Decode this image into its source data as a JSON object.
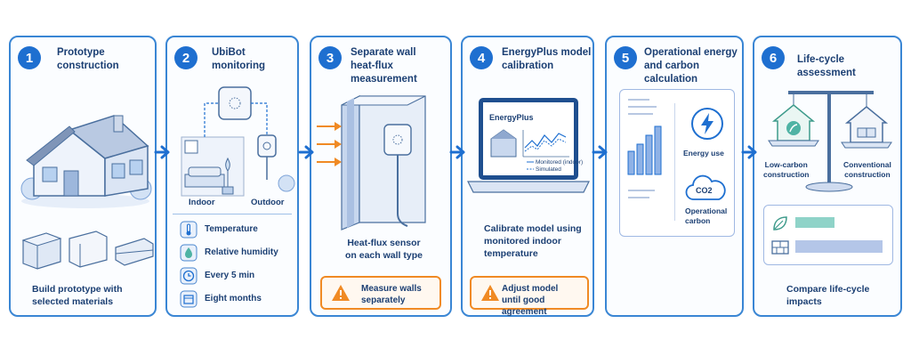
{
  "steps": [
    {
      "number": "1",
      "title": "Prototype\nconstruction",
      "caption": "Build prototype with\nselected materials"
    },
    {
      "number": "2",
      "title": "UbiBot\nmonitoring",
      "indoor": "Indoor",
      "outdoor": "Outdoor",
      "list": [
        "Temperature",
        "Relative humidity",
        "Every 5 min",
        "Eight months"
      ]
    },
    {
      "number": "3",
      "title": "Separate wall\nheat-flux measurement",
      "caption": "Heat-flux sensor\non each wall type",
      "warning": "Measure walls\nseparately"
    },
    {
      "number": "4",
      "title": "EnergyPlus model\ncalibration",
      "screen_label": "EnergyPlus",
      "legend": [
        "Monitored (indoor)",
        "Simulated"
      ],
      "caption": "Calibrate model using\nmonitored indoor\ntemperature",
      "warning": "Adjust model\nuntil good agreement"
    },
    {
      "number": "5",
      "title": "Operational energy\nand carbon calculation",
      "energy_label": "Energy use",
      "co2_symbol": "CO2",
      "carbon_label": "Operational\ncarbon"
    },
    {
      "number": "6",
      "title": "Life-cycle assessment",
      "left_label": "Low-carbon\nconstruction",
      "right_label": "Conventional\nconstruction",
      "caption": "Compare life-cycle\nimpacts"
    }
  ],
  "colors": {
    "accent": "#1e6fd0",
    "border": "#3a86d4",
    "warning": "#f08a24",
    "text": "#1b3f73",
    "teal": "#4fb3a4",
    "bar": "#9fb8e3"
  },
  "icons": [
    "house-icon",
    "sensor-icon",
    "thermometer-icon",
    "droplet-icon",
    "clock-icon",
    "calendar-icon",
    "warning-icon",
    "laptop-icon",
    "bolt-icon",
    "co2-cloud-icon",
    "scale-icon",
    "leaf-icon",
    "brick-icon",
    "arrow-right-icon"
  ]
}
